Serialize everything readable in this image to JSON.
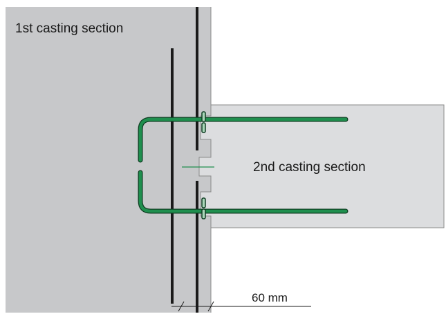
{
  "labels": {
    "first_section": "1st casting section",
    "second_section": "2nd casting section",
    "dimension": "60 mm"
  },
  "colors": {
    "first_section_fill": "#c7c8ca",
    "second_section_fill": "#dcdddf",
    "outline": "#1a1a1a",
    "rebar": "#1f8f4e",
    "rebar_outline": "#0f3d22",
    "background": "#ffffff"
  }
}
